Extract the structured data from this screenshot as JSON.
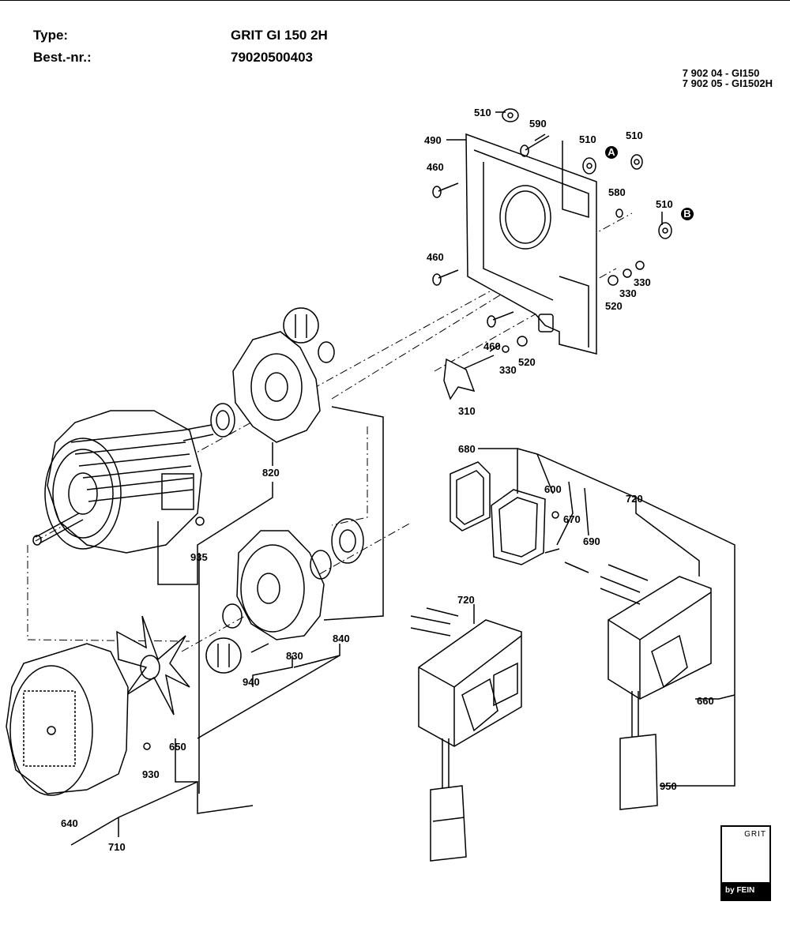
{
  "header": {
    "type_label": "Type:",
    "type_value": "GRIT GI 150 2H",
    "order_label": "Best.-nr.:",
    "order_value": "79020500403"
  },
  "references": [
    "7 902 04 - GI150",
    "7 902 05 - GI1502H"
  ],
  "parts": {
    "p510a": "510",
    "p590": "590",
    "p490": "490",
    "p510b": "510",
    "p510c": "510",
    "p460a": "460",
    "p580": "580",
    "p510d": "510",
    "p460b": "460",
    "p330a": "330",
    "p330b": "330",
    "p520a": "520",
    "p460c": "460",
    "p330c": "330",
    "p520b": "520",
    "p310": "310",
    "p820": "820",
    "p935": "935",
    "p680": "680",
    "p600": "600",
    "p720a": "720",
    "p670": "670",
    "p690": "690",
    "p720b": "720",
    "p830": "830",
    "p840": "840",
    "p940": "940",
    "p650": "650",
    "p930": "930",
    "p640": "640",
    "p710": "710",
    "p660": "660",
    "p950": "950"
  },
  "markers": {
    "a": "A",
    "b": "B"
  },
  "logo": {
    "brand": "GRIT",
    "footer": "by FEIN"
  }
}
